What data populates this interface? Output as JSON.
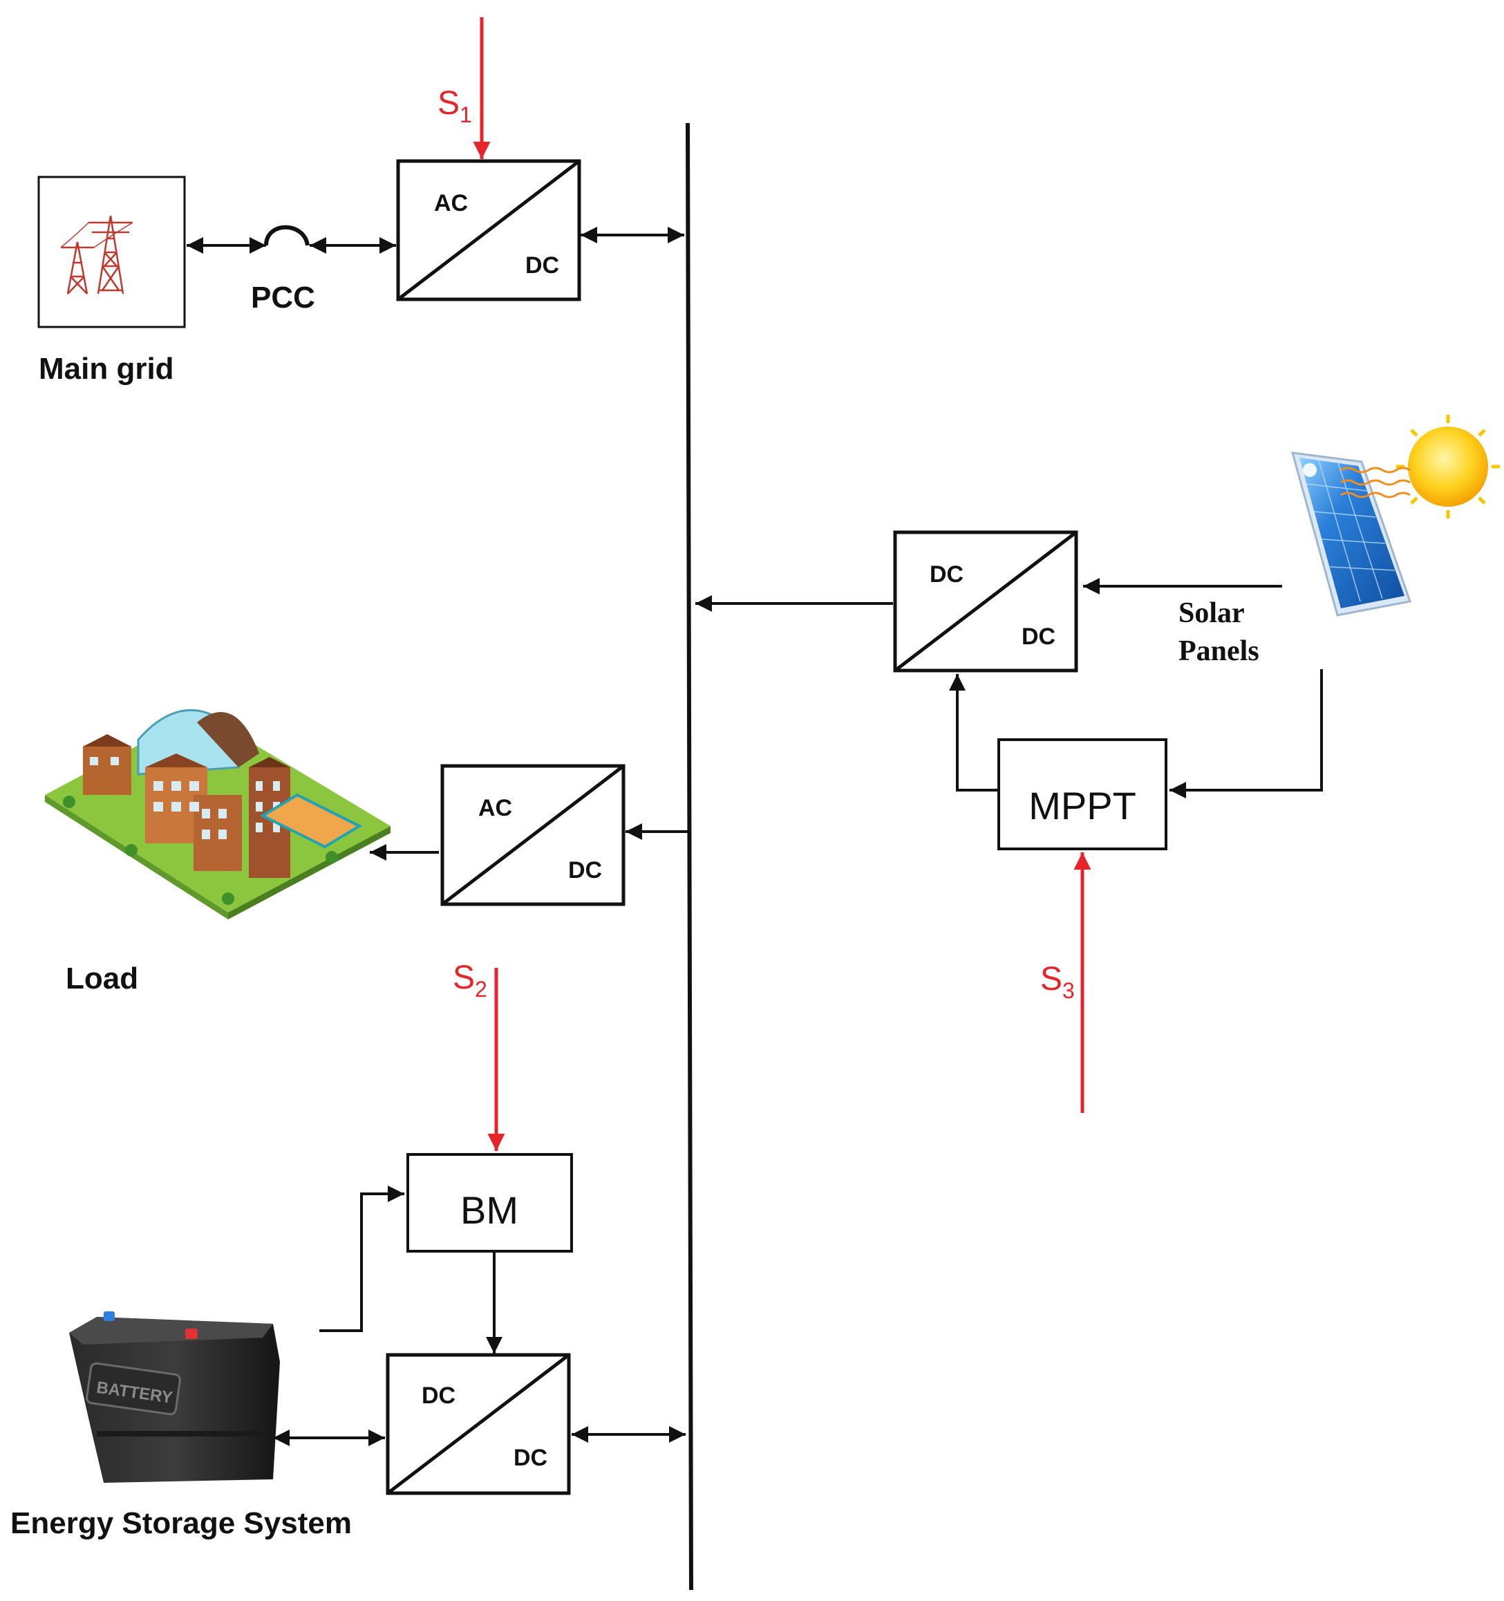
{
  "labels": {
    "main_grid": "Main grid",
    "pcc": "PCC",
    "load": "Load",
    "energy_storage": "Energy Storage System",
    "solar_line1": "Solar",
    "solar_line2": "Panels",
    "mppt": "MPPT",
    "bm": "BM",
    "battery_text": "BATTERY"
  },
  "signals": {
    "s1": {
      "letter": "S",
      "sub": "1"
    },
    "s2": {
      "letter": "S",
      "sub": "2"
    },
    "s3": {
      "letter": "S",
      "sub": "3"
    }
  },
  "converters": {
    "grid": {
      "top": "AC",
      "bottom": "DC"
    },
    "load": {
      "top": "AC",
      "bottom": "DC"
    },
    "solar": {
      "top": "DC",
      "bottom": "DC"
    },
    "battery": {
      "top": "DC",
      "bottom": "DC"
    }
  },
  "colors": {
    "signal": "#e8242b",
    "line": "#111111",
    "tower": "#c0392b",
    "panel": "#1f6fc9",
    "sun": "#ffd21f"
  },
  "icons": {
    "grid": "transmission-tower-icon",
    "load": "campus-buildings-icon",
    "solar": "solar-panel-icon",
    "sun": "sun-icon",
    "battery": "battery-icon"
  }
}
